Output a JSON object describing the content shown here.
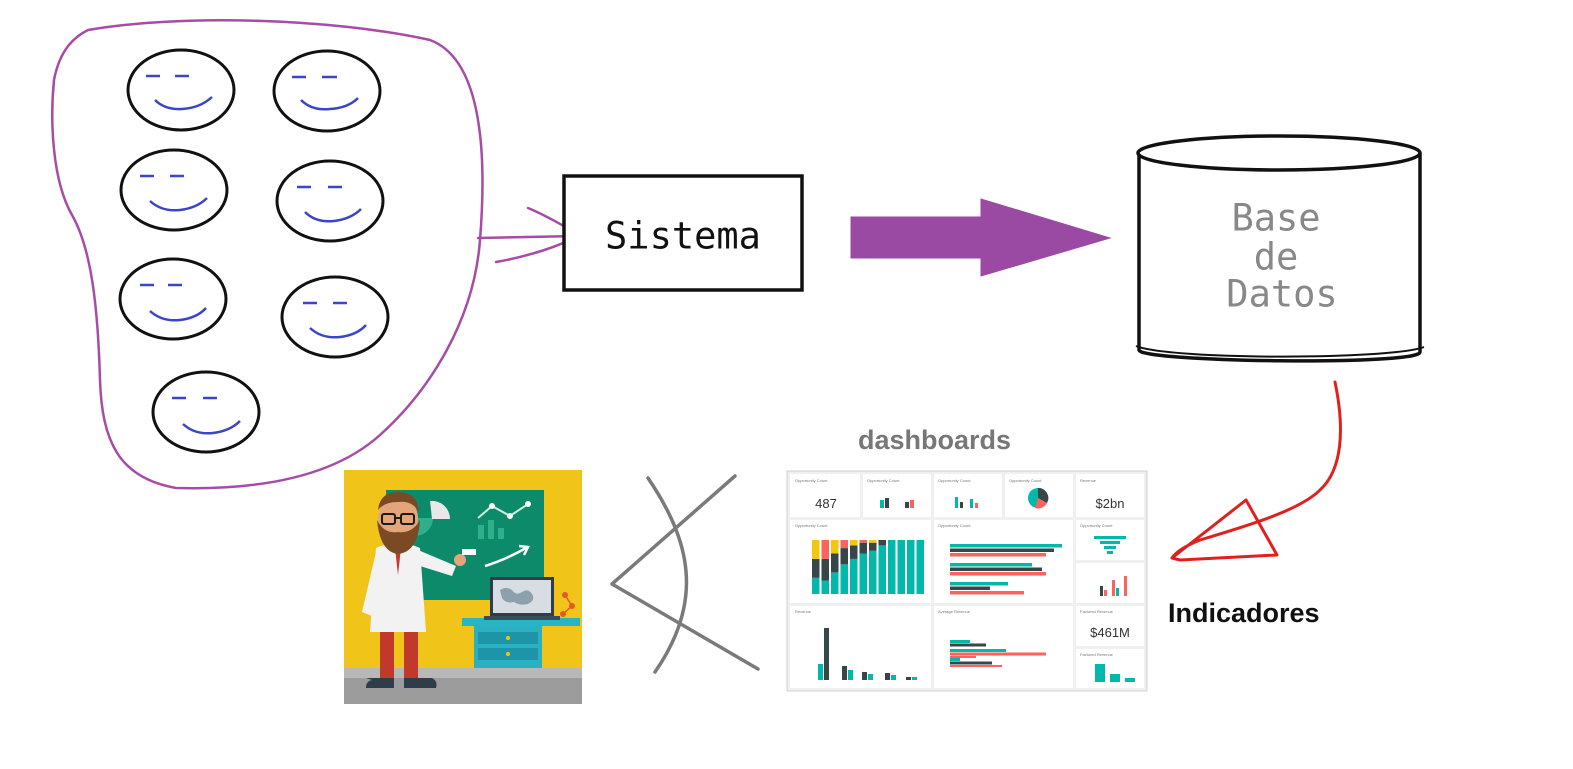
{
  "diagram": {
    "system_box": {
      "label": "Sistema"
    },
    "database": {
      "label_lines": [
        "Base",
        "de",
        "Datos"
      ]
    },
    "indicators_label": "Indicadores",
    "dashboards_label": "dashboards",
    "users_count": 7,
    "colors": {
      "user_group_outline": "#a64ca6",
      "smiley_face_outline": "#111111",
      "smiley_features": "#3a45c8",
      "flow_arrow": "#9b4aa3",
      "indicator_arrow": "#e02020",
      "sketch_gray": "#7a7a7a",
      "dashboard_teal": "#01b8aa",
      "dashboard_dark": "#374649",
      "dashboard_red": "#fd625e",
      "dashboard_yellow": "#f2c80f",
      "illustration_bg": "#f0c419",
      "chalkboard": "#0d8a6a"
    }
  },
  "dashboard_thumbnail": {
    "kpi_opportunity_count": "487",
    "kpi_revenue": "$2bn",
    "kpi_factored_revenue": "$461M",
    "tile_titles": [
      "Opportunity Count",
      "Opportunity Count",
      "Opportunity Count",
      "Opportunity Count",
      "Revenue",
      "Opportunity Count",
      "Opportunity Count",
      "Opportunity Count",
      "Revenue",
      "Average Revenue",
      "Factored Revenue",
      "Factored Revenue"
    ]
  }
}
